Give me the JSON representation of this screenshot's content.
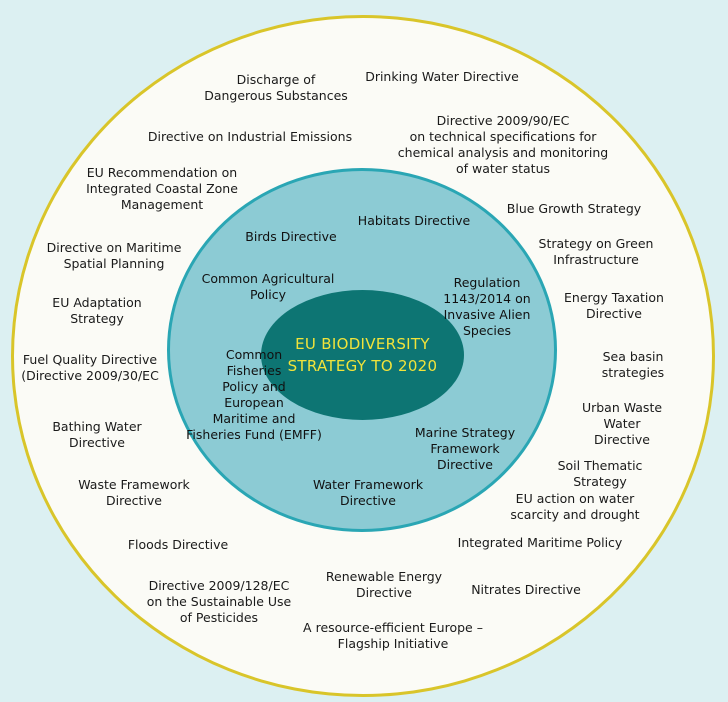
{
  "core": {
    "title": "EU BIODIVERSITY\nSTRATEGY TO 2020"
  },
  "middle_ring": {
    "habitats": "Habitats Directive",
    "birds": "Birds Directive",
    "cap": "Common Agricultural\nPolicy",
    "ias": "Regulation\n1143/2014 on\nInvasive Alien\nSpecies",
    "cfp": "Common\nFisheries\nPolicy and\nEuropean\nMaritime and\nFisheries Fund (EMFF)",
    "msfd": "Marine Strategy\nFramework\nDirective",
    "wfd": "Water Framework\nDirective"
  },
  "outer_ring": {
    "dangerous_substances": "Discharge of\nDangerous Substances",
    "drinking_water": "Drinking Water Directive",
    "industrial_emissions": "Directive on Industrial Emissions",
    "water_status": "Directive 2009/90/EC\non technical specifications for\nchemical analysis and monitoring\nof water status",
    "coastal_zone": "EU Recommendation on\nIntegrated Coastal Zone\nManagement",
    "blue_growth": "Blue Growth Strategy",
    "maritime_planning": "Directive on Maritime\nSpatial Planning",
    "green_infrastructure": "Strategy on Green\nInfrastructure",
    "adaptation": "EU Adaptation\nStrategy",
    "energy_taxation": "Energy Taxation\nDirective",
    "fuel_quality": "Fuel Quality Directive\n(Directive 2009/30/EC",
    "sea_basin": "Sea basin strategies",
    "bathing_water": "Bathing Water\nDirective",
    "urban_waste_water": "Urban Waste Water\nDirective",
    "soil": "Soil Thematic Strategy",
    "waste_framework": "Waste Framework\nDirective",
    "water_scarcity": "EU action on water\nscarcity and drought",
    "floods": "Floods Directive",
    "maritime_policy": "Integrated Maritime Policy",
    "renewable_energy": "Renewable Energy\nDirective",
    "pesticides": "Directive 2009/128/EC\non the Sustainable Use\nof Pesticides",
    "nitrates": "Nitrates Directive",
    "resource_efficient": "A resource-efficient Europe –\nFlagship Initiative"
  }
}
